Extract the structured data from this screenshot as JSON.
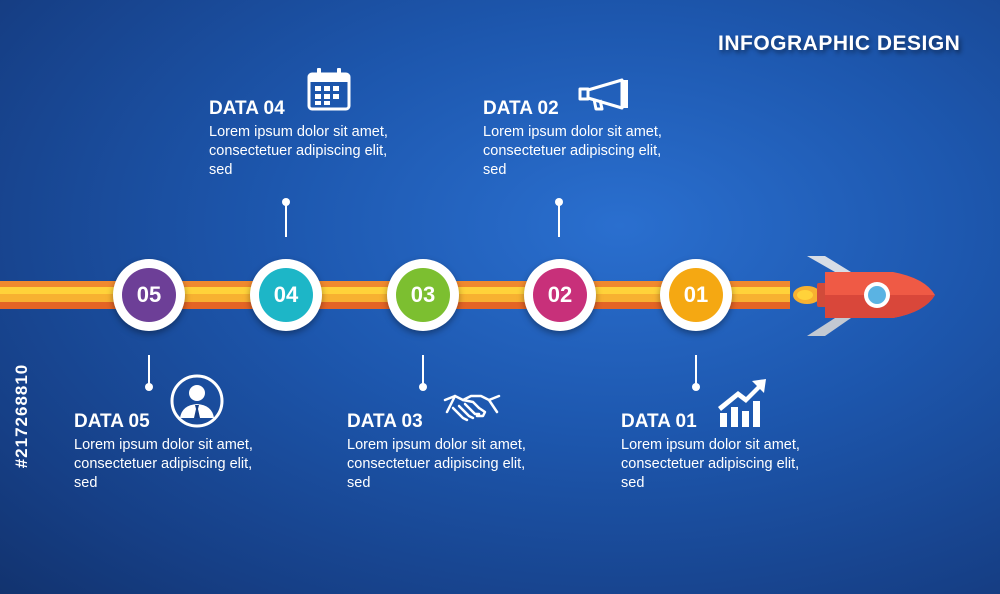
{
  "title": "INFOGRAPHIC DESIGN",
  "side_code": "#217268810",
  "steps": [
    {
      "number": "01",
      "color": "#f5a812",
      "heading": "DATA 01",
      "text": "Lorem ipsum dolor sit amet, consectetuer adipiscing elit, sed",
      "icon": "growth-chart-icon"
    },
    {
      "number": "02",
      "color": "#c8307a",
      "heading": "DATA 02",
      "text": "Lorem ipsum dolor sit amet, consectetuer adipiscing elit, sed",
      "icon": "megaphone-icon"
    },
    {
      "number": "03",
      "color": "#7cbf30",
      "heading": "DATA 03",
      "text": "Lorem ipsum dolor sit amet, consectetuer adipiscing elit, sed",
      "icon": "handshake-icon"
    },
    {
      "number": "04",
      "color": "#1db6c7",
      "heading": "DATA 04",
      "text": "Lorem ipsum dolor sit amet, consectetuer adipiscing elit, sed",
      "icon": "calendar-icon"
    },
    {
      "number": "05",
      "color": "#6d3f97",
      "heading": "DATA 05",
      "text": "Lorem ipsum dolor sit amet, consectetuer adipiscing elit, sed",
      "icon": "businessman-icon"
    }
  ],
  "rocket_icon": "rocket-icon"
}
